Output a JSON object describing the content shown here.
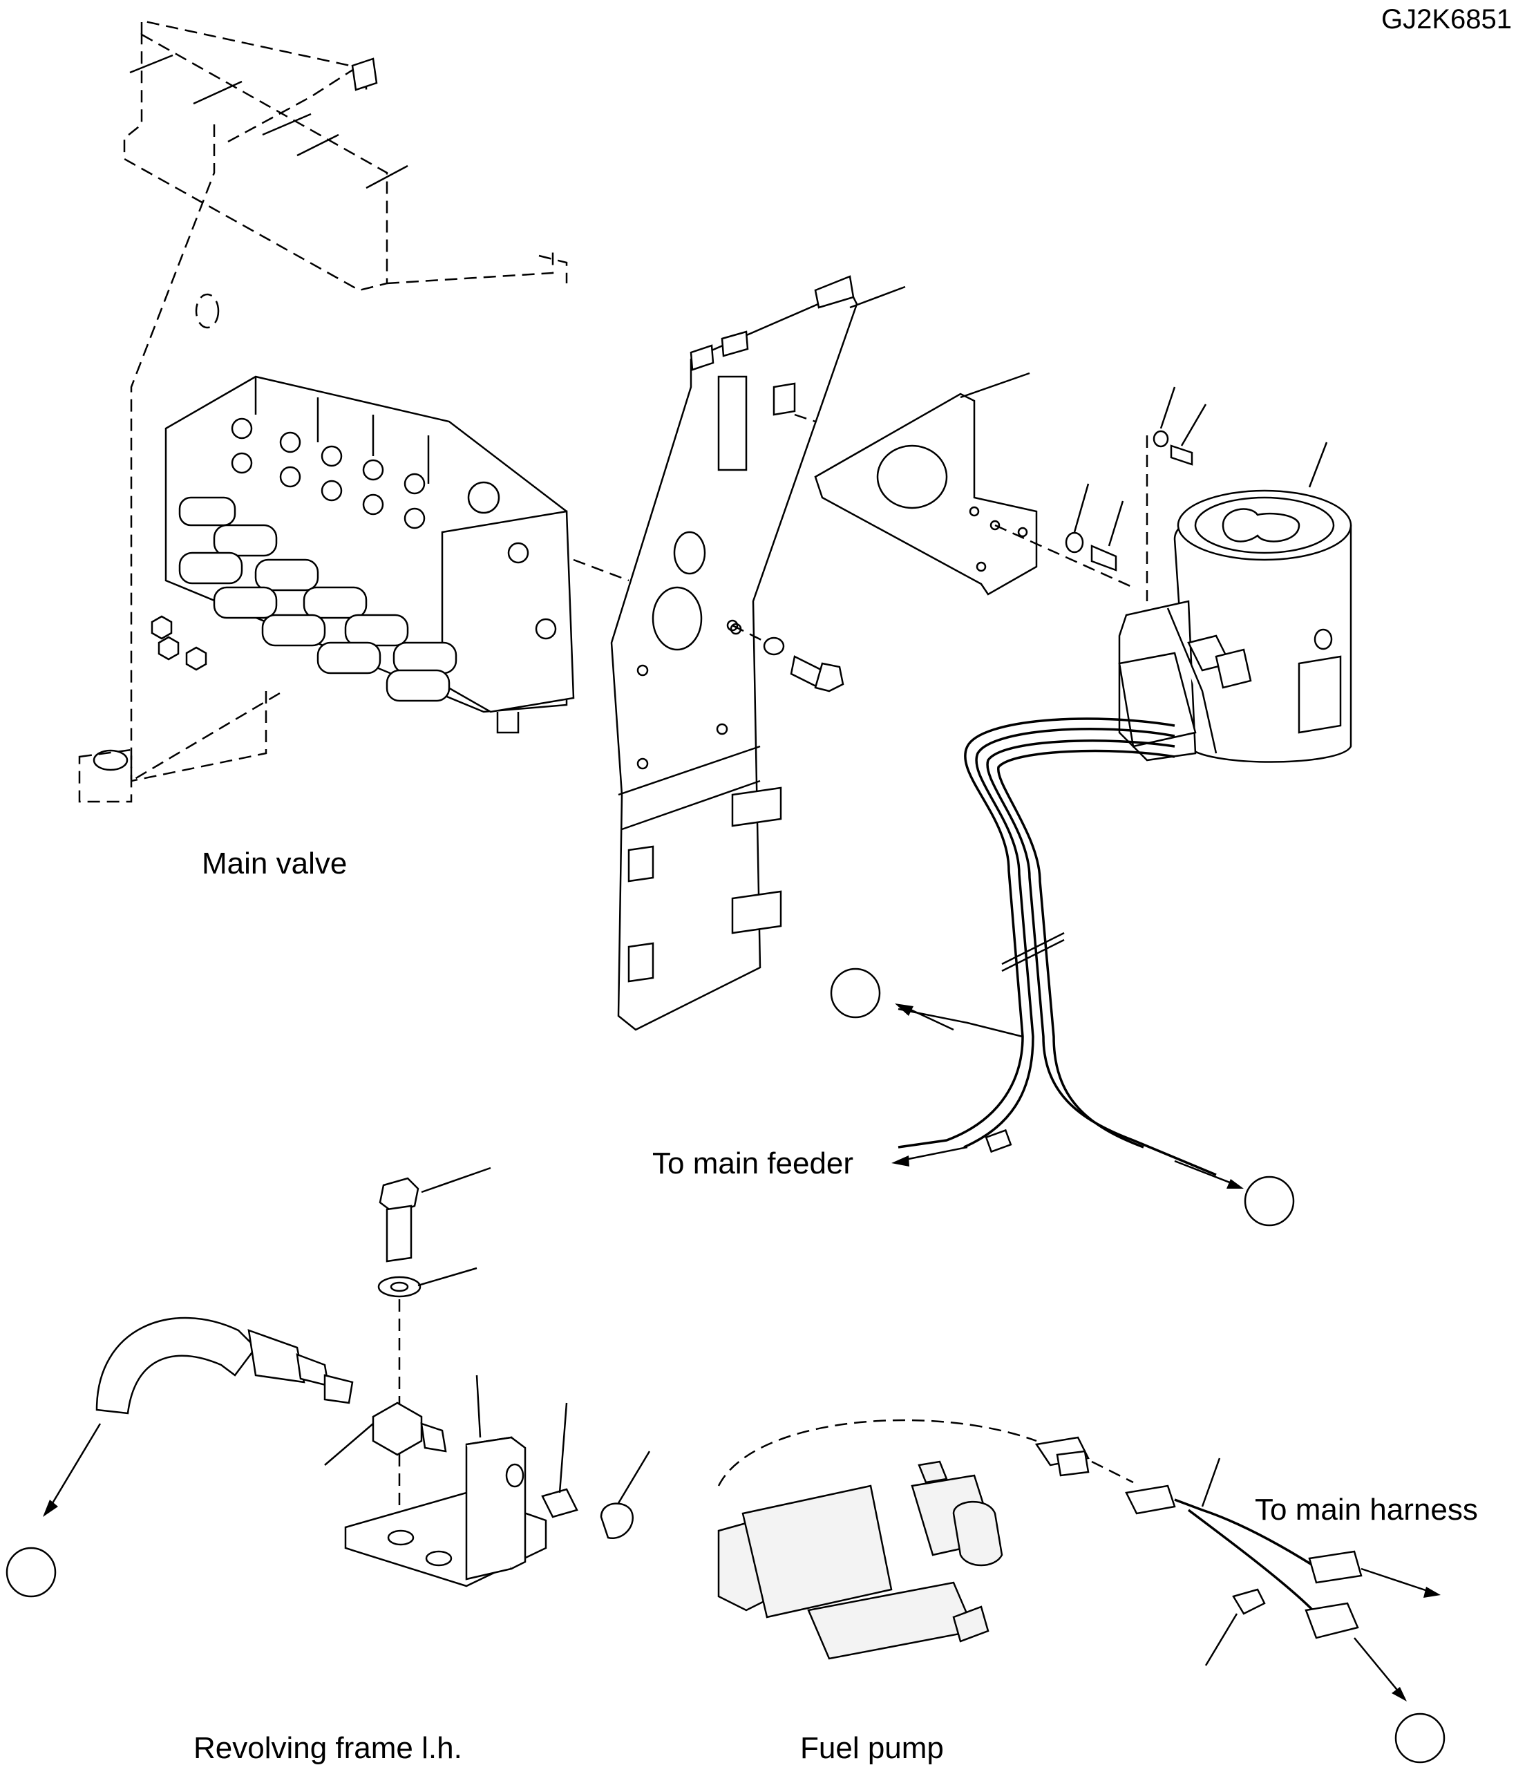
{
  "drawing_code": "GJ2K6851",
  "labels": {
    "main_valve": "Main valve",
    "to_main_feeder": "To main feeder",
    "to_main_harness": "To main harness",
    "revolving_frame": "Revolving frame l.h.",
    "fuel_pump": "Fuel pump"
  },
  "colors": {
    "ink": "#000000",
    "paper": "#ffffff"
  }
}
